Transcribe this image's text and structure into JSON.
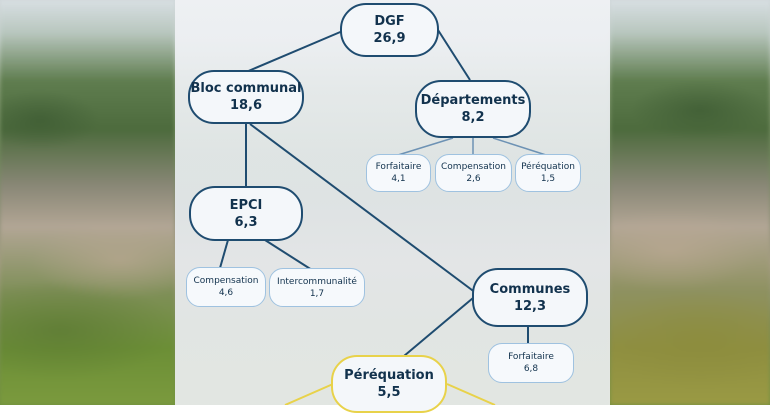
{
  "nodes": {
    "dgf": {
      "label": "DGF",
      "value": "26,9"
    },
    "bloc": {
      "label": "Bloc communal",
      "value": "18,6"
    },
    "departements": {
      "label": "Départements",
      "value": "8,2"
    },
    "dep_forfaitaire": {
      "label": "Forfaitaire",
      "value": "4,1"
    },
    "dep_compensation": {
      "label": "Compensation",
      "value": "2,6"
    },
    "dep_perequation": {
      "label": "Péréquation",
      "value": "1,5"
    },
    "epci": {
      "label": "EPCI",
      "value": "6,3"
    },
    "epci_compensation": {
      "label": "Compensation",
      "value": "4,6"
    },
    "epci_intercommunalite": {
      "label": "Intercommunalité",
      "value": "1,7"
    },
    "communes": {
      "label": "Communes",
      "value": "12,3"
    },
    "com_forfaitaire": {
      "label": "Forfaitaire",
      "value": "6,8"
    },
    "com_perequation": {
      "label": "Péréquation",
      "value": "5,5"
    }
  },
  "colors": {
    "main_border": "#1f4c70",
    "small_border": "#9fc2e0",
    "highlight_border": "#e8d24a",
    "text": "#12324d"
  }
}
